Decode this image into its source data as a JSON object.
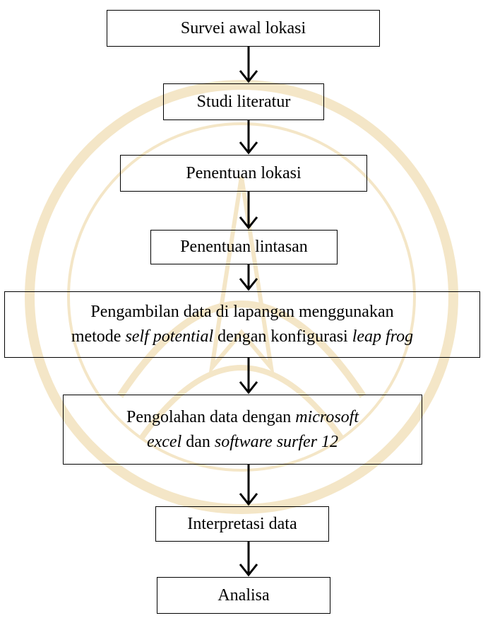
{
  "watermark": {
    "color": "#f3e4c2"
  },
  "flowchart": {
    "steps": [
      {
        "id": "survei",
        "text": "Survei awal lokasi"
      },
      {
        "id": "studi",
        "text": "Studi literatur"
      },
      {
        "id": "penentuan-lokasi",
        "text": "Penentuan lokasi"
      },
      {
        "id": "penentuan-lintasan",
        "text": "Penentuan lintasan"
      },
      {
        "id": "pengambilan",
        "line1": "Pengambilan data di lapangan menggunakan",
        "line2_a": "metode ",
        "line2_b": "self potential",
        "line2_c": " dengan konfigurasi ",
        "line2_d": "leap frog"
      },
      {
        "id": "pengolahan",
        "line1_a": "Pengolahan data dengan ",
        "line1_b": "microsoft",
        "line2_a": "excel",
        "line2_b": " dan ",
        "line2_c": "software surfer 12"
      },
      {
        "id": "interpretasi",
        "text": "Interpretasi data"
      },
      {
        "id": "analisa",
        "text": "Analisa"
      }
    ]
  }
}
